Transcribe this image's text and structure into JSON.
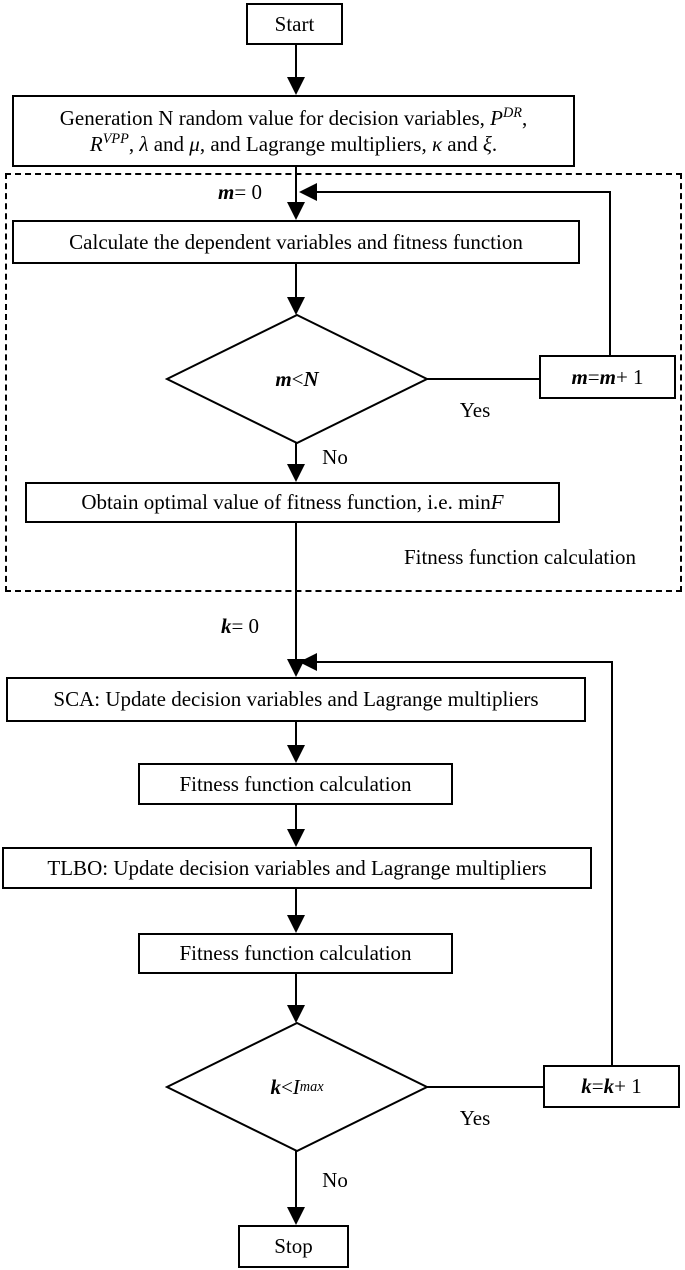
{
  "flowchart": {
    "colors": {
      "ink": "#000000",
      "background": "#ffffff"
    },
    "nodes": {
      "start": {
        "label": "Start"
      },
      "generation": {
        "line1": [
          [
            "n",
            "Generation N random value for decision variables, "
          ],
          [
            "i",
            "P"
          ],
          [
            "sup",
            "DR"
          ],
          [
            "n",
            ","
          ]
        ],
        "line2": [
          [
            "i",
            "R"
          ],
          [
            "sup",
            "VPP"
          ],
          [
            "n",
            ", "
          ],
          [
            "i",
            "λ"
          ],
          [
            "n",
            " and "
          ],
          [
            "i",
            "μ"
          ],
          [
            "n",
            ", and Lagrange multipliers, "
          ],
          [
            "i",
            "κ"
          ],
          [
            "n",
            " and "
          ],
          [
            "i",
            "ξ"
          ],
          [
            "n",
            "."
          ]
        ]
      },
      "m_init": {
        "segments": [
          [
            "bi",
            "m"
          ],
          [
            "n",
            " = 0"
          ]
        ]
      },
      "calculate": {
        "label": "Calculate the dependent variables and fitness function"
      },
      "m_condition": {
        "segments": [
          [
            "bi",
            "m"
          ],
          [
            "n",
            " < "
          ],
          [
            "bi",
            "N"
          ]
        ]
      },
      "m_increment": {
        "segments": [
          [
            "bi",
            "m"
          ],
          [
            "n",
            " = "
          ],
          [
            "bi",
            "m"
          ],
          [
            "n",
            " + 1"
          ]
        ]
      },
      "obtain": {
        "segments": [
          [
            "n",
            "Obtain optimal value of fitness function, i.e. min "
          ],
          [
            "i",
            "F"
          ]
        ]
      },
      "fitness_region_label": {
        "label": "Fitness function calculation"
      },
      "k_init": {
        "segments": [
          [
            "bi",
            "k"
          ],
          [
            "n",
            " = 0"
          ]
        ]
      },
      "sca": {
        "label": "SCA: Update decision variables and Lagrange multipliers"
      },
      "fitness_1": {
        "label": "Fitness function calculation"
      },
      "tlbo": {
        "label": "TLBO: Update decision variables and Lagrange multipliers"
      },
      "fitness_2": {
        "label": "Fitness function calculation"
      },
      "k_condition": {
        "segments": [
          [
            "bi",
            "k"
          ],
          [
            "n",
            " < "
          ],
          [
            "i",
            "I"
          ],
          [
            "sub",
            "max"
          ]
        ]
      },
      "k_increment": {
        "segments": [
          [
            "bi",
            "k"
          ],
          [
            "n",
            " = "
          ],
          [
            "bi",
            "k"
          ],
          [
            "n",
            " + 1"
          ]
        ]
      },
      "stop": {
        "label": "Stop"
      }
    },
    "edge_labels": {
      "yes_m": "Yes",
      "no_m": "No",
      "yes_k": "Yes",
      "no_k": "No"
    }
  }
}
